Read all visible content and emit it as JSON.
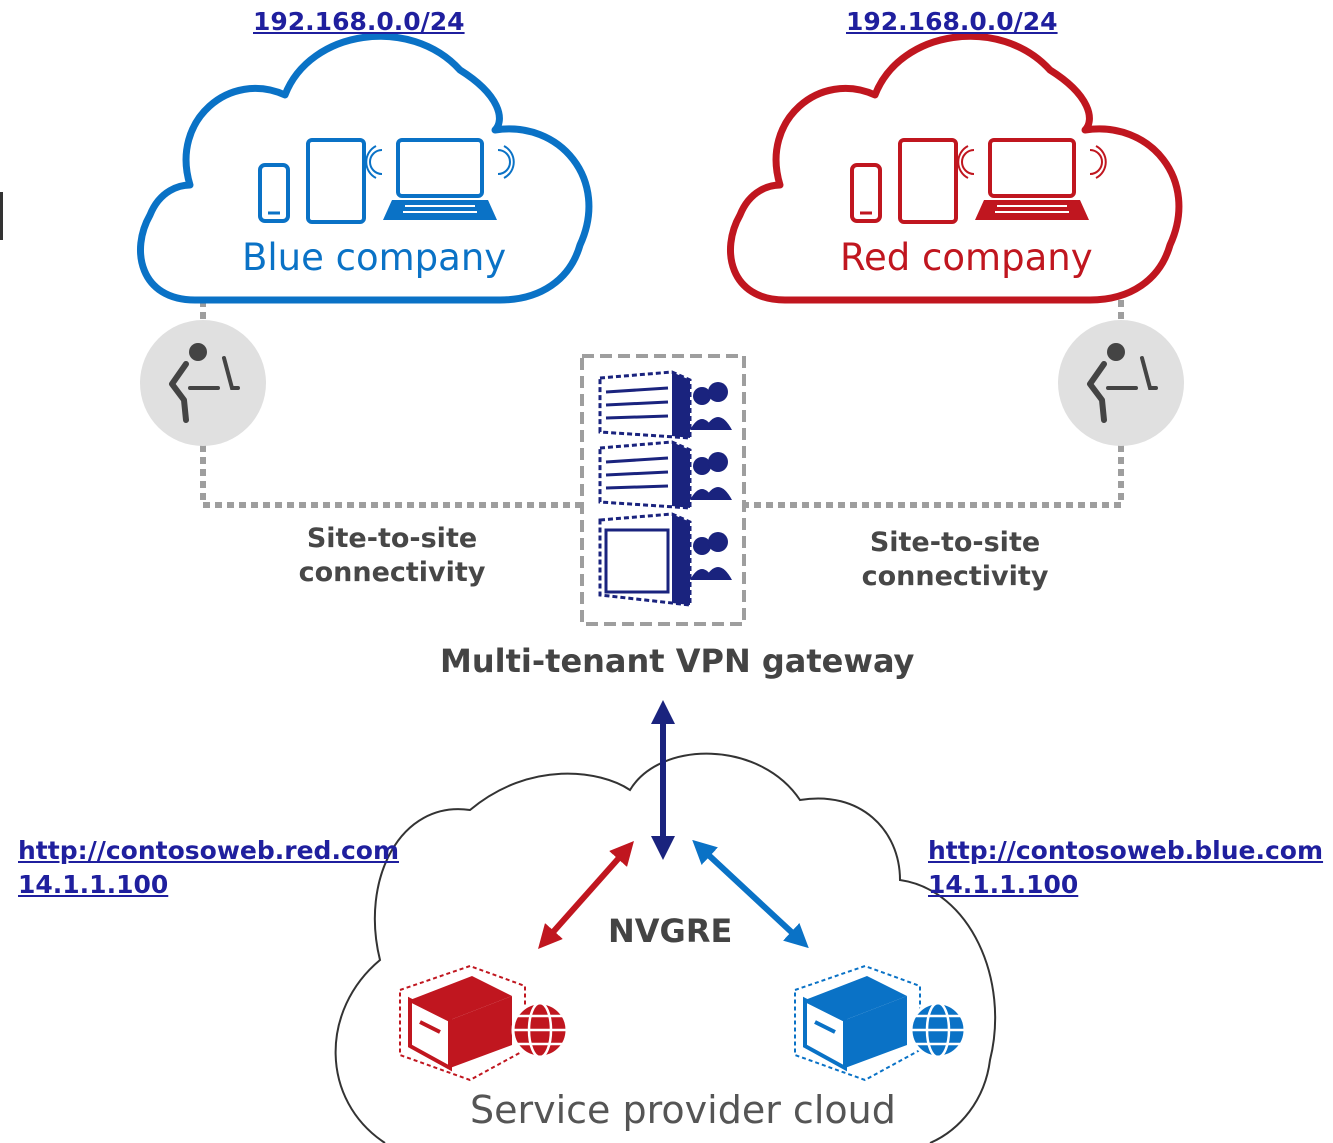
{
  "blue_company": {
    "subnet": "192.168.0.0/24",
    "name": "Blue company",
    "color": "#0a72c6",
    "web_url": "http://contosoweb.blue.com",
    "web_ip": "14.1.1.100",
    "connectivity_line1": "Site-to-site",
    "connectivity_line2": "connectivity"
  },
  "red_company": {
    "subnet": "192.168.0.0/24",
    "name": "Red company",
    "color": "#c0161f",
    "web_url": "http://contosoweb.red.com",
    "web_ip": "14.1.1.100",
    "connectivity_line1": "Site-to-site",
    "connectivity_line2": "connectivity"
  },
  "gateway": {
    "label": "Multi-tenant VPN gateway",
    "color": "#1a237e"
  },
  "provider": {
    "label": "Service provider cloud",
    "protocol": "NVGRE"
  },
  "icons": [
    "phone-icon",
    "tablet-icon",
    "laptop-icon",
    "admin-user-icon",
    "server-rack-icon",
    "web-server-icon",
    "globe-icon"
  ]
}
